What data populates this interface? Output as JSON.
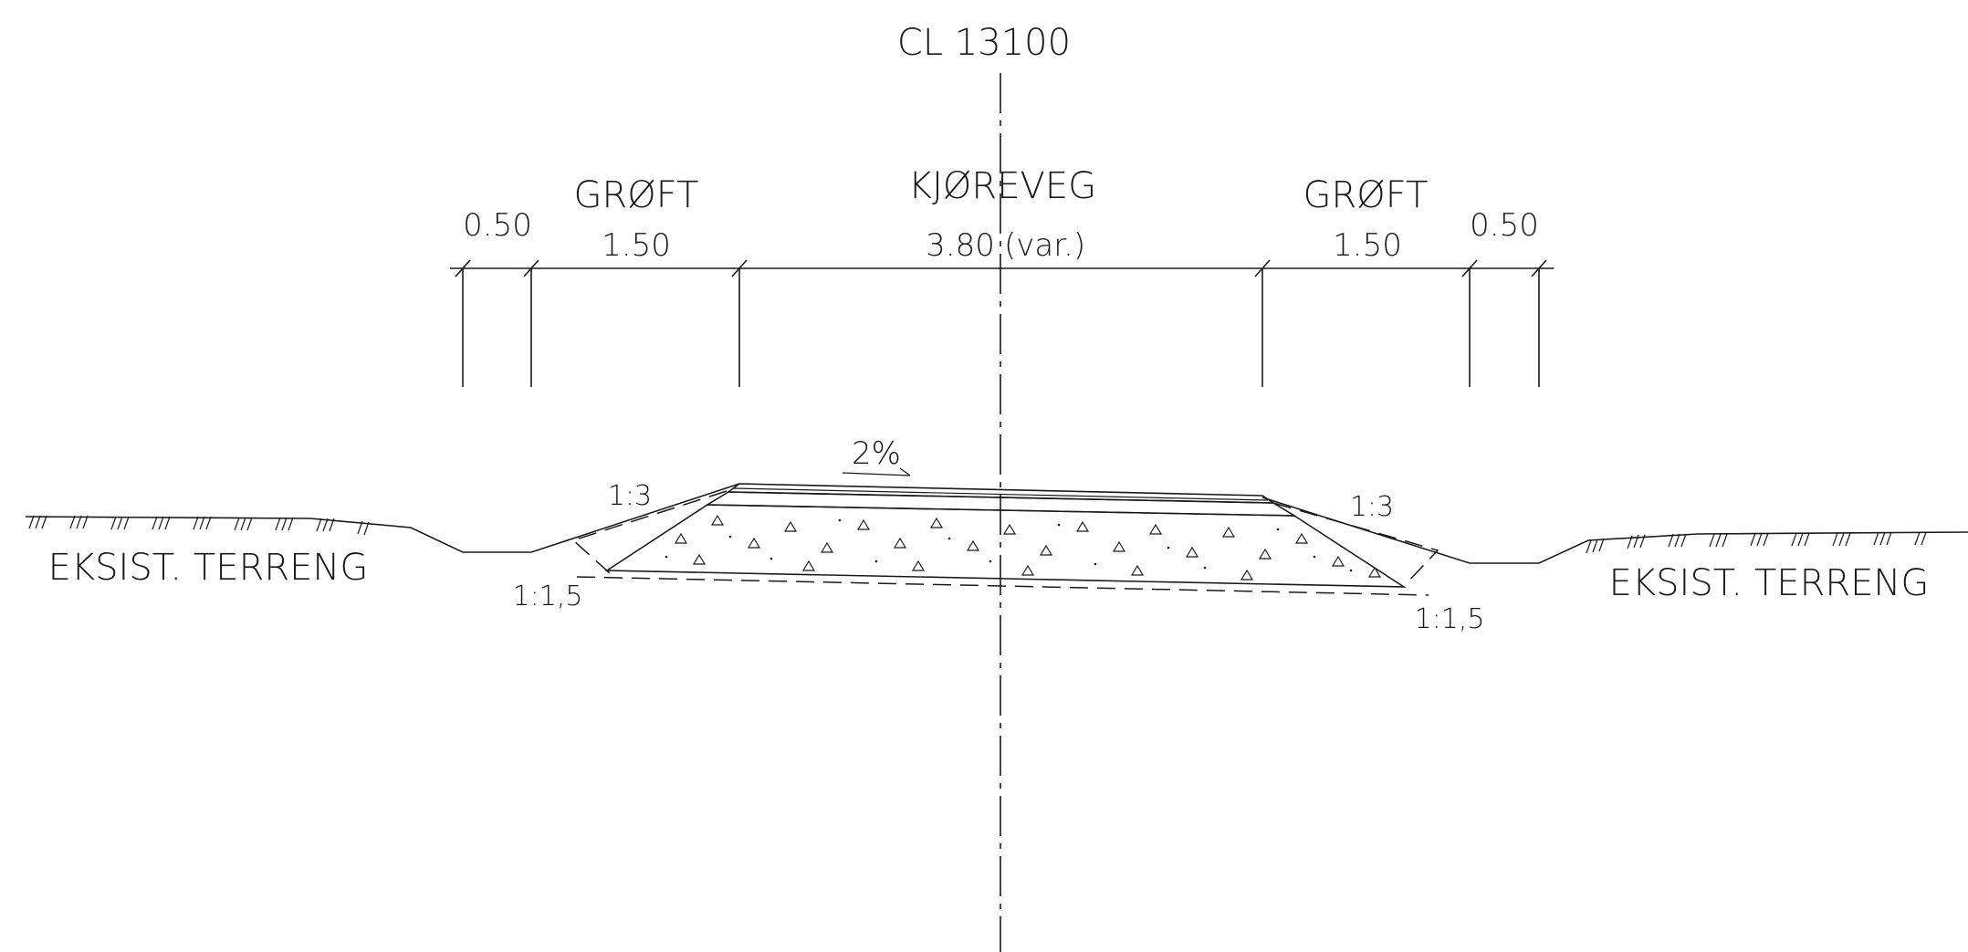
{
  "centerline": {
    "label": "CL 13100"
  },
  "sections": {
    "left_ditch": {
      "label": "GRØFT",
      "width": "1.50"
    },
    "roadway": {
      "label": "KJØREVEG",
      "width": "3.80",
      "note": "(var.)"
    },
    "right_ditch": {
      "label": "GRØFT",
      "width": "1.50"
    },
    "left_shoulder": {
      "width": "0.50"
    },
    "right_shoulder": {
      "width": "0.50"
    }
  },
  "slope": {
    "crossfall": "2%"
  },
  "ratios": {
    "left_upper": "1:3",
    "right_upper": "1:3",
    "left_lower": "1:1,5",
    "right_lower": "1:1,5"
  },
  "terrain": {
    "left": "EKSIST. TERRENG",
    "right": "EKSIST. TERRENG"
  },
  "colors": {
    "line": "#1a1a1a",
    "background": "#ffffff"
  }
}
